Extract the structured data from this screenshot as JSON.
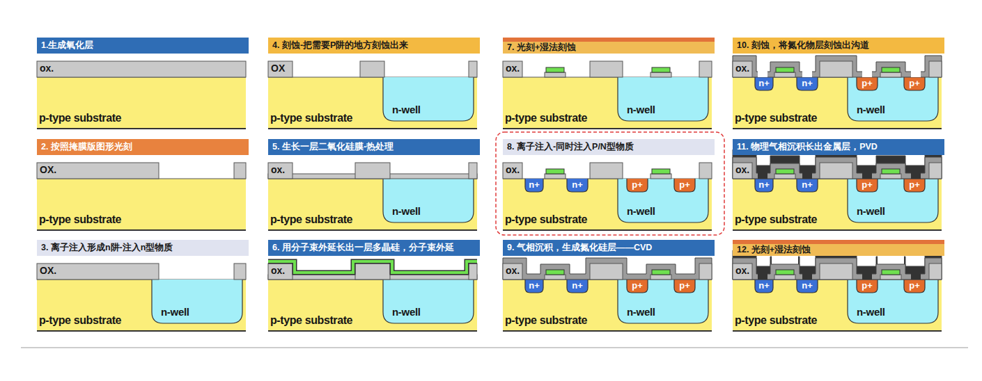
{
  "diagram": {
    "nodes": [
      {
        "text": [
          "1.生成氧化层"
        ]
      },
      {
        "text": [
          "2. 按照掩膜版图形光刻"
        ]
      },
      {
        "text": [
          "3. 离子注入形成n阱-注入n型物质"
        ]
      },
      {
        "text": [
          "4. 刻蚀-把需要P阱的地方刻蚀出来"
        ]
      },
      {
        "text": [
          "5. 生长一层二氧化硅膜-热处理"
        ]
      },
      {
        "text": [
          "6. 用分子束外延长出一层多晶硅，分子束外延"
        ]
      },
      {
        "text": [
          "7. 光刻+湿法刻蚀"
        ]
      },
      {
        "text": [
          "8. 离子注入-同时注入P/N型物质"
        ]
      },
      {
        "text": [
          "9. 气相沉积，生成氮化硅层——CVD"
        ]
      },
      {
        "text": [
          "10. 刻蚀，将氮化物层刻蚀出沟道"
        ]
      },
      {
        "text": [
          "11. 物理气相沉积长出金属层，PVD"
        ]
      },
      {
        "text": [
          "12. 光刻+湿法刻蚀"
        ]
      }
    ],
    "labels": [
      "ox.",
      "p-type substrate",
      "OX.",
      "p-type substrate",
      "OX.",
      "n-well",
      "p-type substrate",
      "OX",
      "n-well",
      "p-type substrate",
      "ox.",
      "n-well",
      "p-type substrate",
      "ox.",
      "n-well",
      "p-type substrate",
      "ox.",
      "n-well",
      "p-type substrate",
      "ox.",
      "n+",
      "n+",
      "p+",
      "p+",
      "n-well",
      "p-type substrate",
      "ox.",
      "n+",
      "n+",
      "p+",
      "p+",
      "n-well",
      "p-type substrate",
      "ox.",
      "n+",
      "n+",
      "p+",
      "p+",
      "n-well",
      "p-type substrate",
      "ox.",
      "n+",
      "n+",
      "p+",
      "p+",
      "n-well",
      "p-type substrate",
      "ox.",
      "n+",
      "n+",
      "p+",
      "p+",
      "n-well",
      "p-type substrate"
    ]
  }
}
